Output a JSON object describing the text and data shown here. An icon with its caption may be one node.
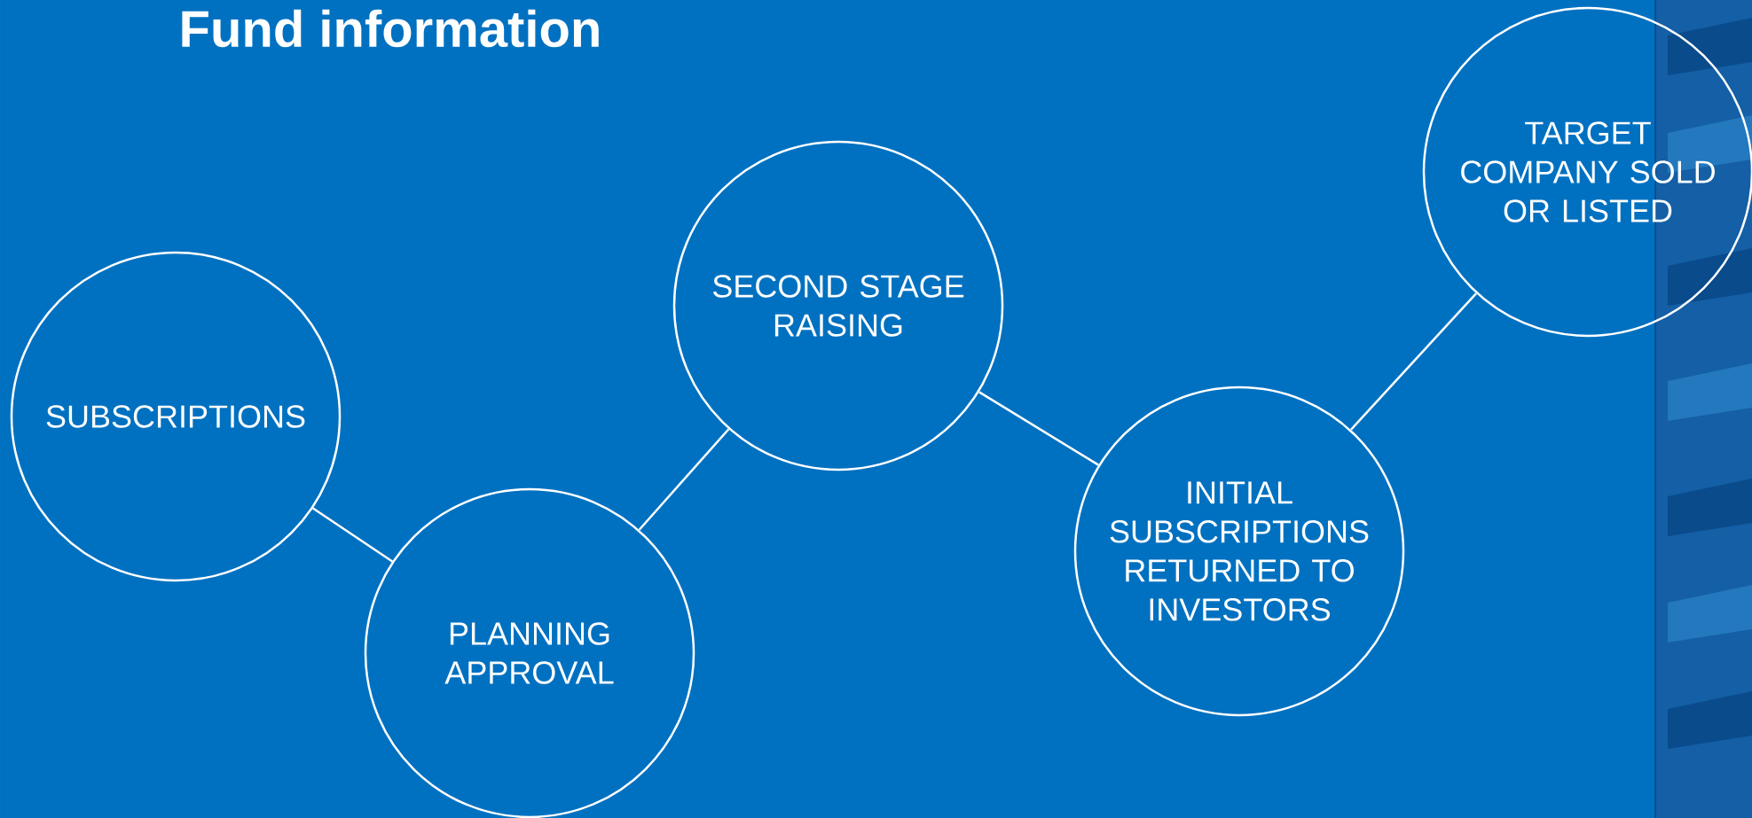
{
  "diagram": {
    "title": "Fund information",
    "nodes": [
      {
        "text": [
          "SUBSCRIPTIONS"
        ]
      },
      {
        "text": [
          "PLANNING APPROVAL"
        ]
      },
      {
        "text": [
          "SECOND STAGE RAISING"
        ]
      },
      {
        "text": [
          "INITIAL SUBSCRIPTIONS RETURNED TO INVESTORS"
        ]
      },
      {
        "text": [
          "TARGET COMPANY SOLD OR LISTED"
        ]
      }
    ],
    "edges": [
      {
        "from": 0,
        "to": 1,
        "arrow": "none"
      },
      {
        "from": 1,
        "to": 2,
        "arrow": "none"
      },
      {
        "from": 2,
        "to": 3,
        "arrow": "none"
      },
      {
        "from": 3,
        "to": 4,
        "arrow": "none"
      }
    ]
  }
}
